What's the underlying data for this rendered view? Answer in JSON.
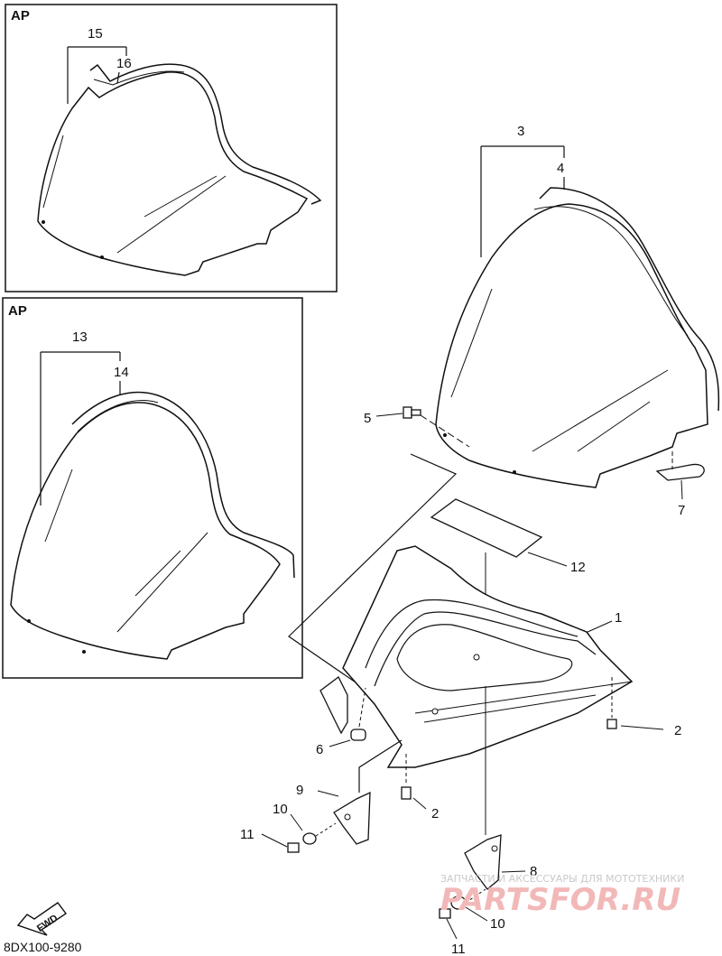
{
  "diagram": {
    "part_code": "8DX100-9280",
    "fwd_label": "FWD",
    "inset_top": {
      "tag": "AP",
      "callouts": [
        "15",
        "16"
      ]
    },
    "inset_mid": {
      "tag": "AP",
      "callouts": [
        "13",
        "14"
      ]
    },
    "callouts": {
      "p1": "1",
      "p2a": "2",
      "p2b": "2",
      "p3": "3",
      "p4": "4",
      "p5": "5",
      "p6": "6",
      "p7": "7",
      "p8": "8",
      "p9": "9",
      "p10a": "10",
      "p10b": "10",
      "p11a": "11",
      "p11b": "11",
      "p12": "12"
    },
    "watermark": {
      "text": "ЗАПЧАСТИ И АКСЕССУАРЫ ДЛЯ МОТОТЕХНИКИ",
      "logo": "PARTSFOR.RU"
    }
  }
}
